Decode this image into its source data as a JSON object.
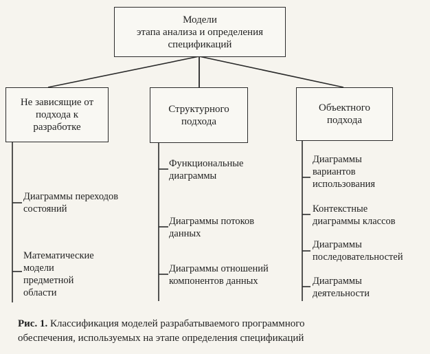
{
  "root": {
    "label": "Модели\nэтапа анализа и определения\nспецификаций"
  },
  "branches": [
    {
      "label": "Не зависящие от\nподхода к\nразработке",
      "items": [
        "Диаграммы переходов\nсостояний",
        "Математические\nмодели\nпредметной\nобласти"
      ]
    },
    {
      "label": "Структурного\nподхода",
      "items": [
        "Функциональные\nдиаграммы",
        "Диаграммы  потоков\nданных",
        "Диаграммы отношений\nкомпонентов данных"
      ]
    },
    {
      "label": "Объектного\nподхода",
      "items": [
        "Диаграммы\nвариантов\nиспользования",
        "Контекстные\nдиаграммы классов",
        "Диаграммы\nпоследовательностей",
        "Диаграммы\nдеятельности"
      ]
    }
  ],
  "caption": {
    "number": "Рис. 1.",
    "text": " Классификация моделей разрабатываемого программного\nобеспечения, используемых на этапе определения спецификаций"
  }
}
